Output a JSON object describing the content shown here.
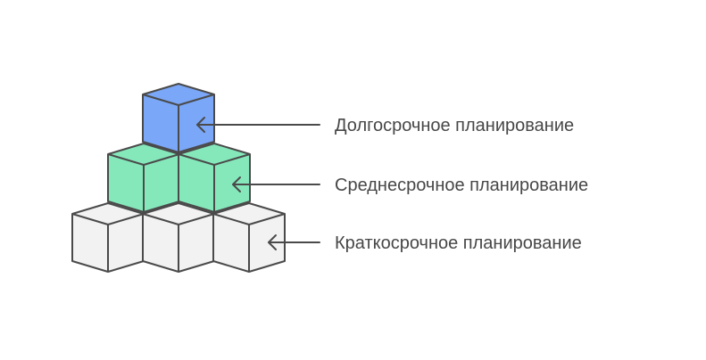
{
  "levels": [
    {
      "label": "Долгосрочное планирование",
      "color": "#7aa7f7"
    },
    {
      "label": "Среднесрочное планирование",
      "color": "#85e8bb"
    },
    {
      "label": "Краткосрочное планирование",
      "color": "#f2f2f2"
    }
  ]
}
